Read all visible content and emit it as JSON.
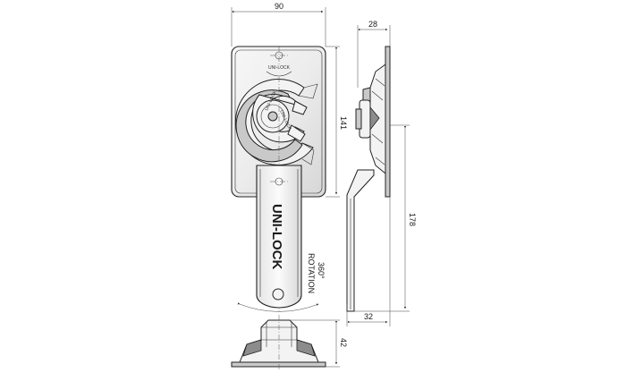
{
  "drawing": {
    "dimensions": {
      "plate_width": "90",
      "plate_height": "141",
      "side_depth_top": "28",
      "overall_length": "178",
      "side_depth_bottom": "32",
      "bottom_height": "42"
    },
    "brand_text": "UNI-LOCK",
    "plate_logo_text": "UNI-LOCK",
    "cam_text_1": "UNI-LOCK",
    "cam_text_2": "UNI-LOCK",
    "rotation_line1": "360°",
    "rotation_line2": "ROTATION"
  }
}
